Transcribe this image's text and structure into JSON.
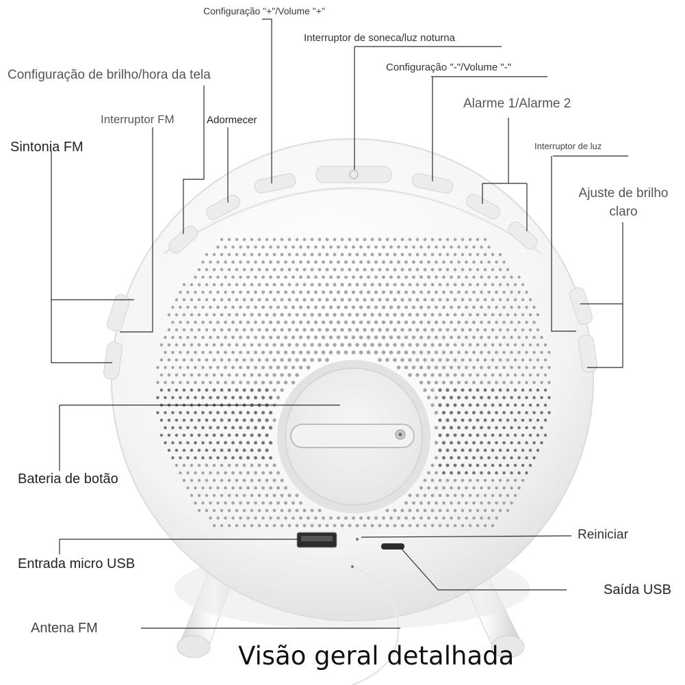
{
  "labels": {
    "plus_volume": "Configuração \"+\"/Volume \"+\"",
    "snooze_night": "Interruptor de soneca/luz noturna",
    "minus_volume": "Configuração \"-\"/Volume \"-\"",
    "brightness_time": "Configuração de brilho/hora da tela",
    "alarm": "Alarme 1/Alarme 2",
    "fm_switch": "Interruptor FM",
    "sleep": "Adormecer",
    "light_switch": "Interruptor de luz",
    "fm_tuning": "Sintonia FM",
    "light_brightness_1": "Ajuste de brilho",
    "light_brightness_2": "claro",
    "coin_battery": "Bateria de botão",
    "reset": "Reiniciar",
    "micro_usb": "Entrada micro USB",
    "usb_out": "Saída USB",
    "fm_antenna": "Antena FM",
    "title": "Visão geral detalhada"
  }
}
